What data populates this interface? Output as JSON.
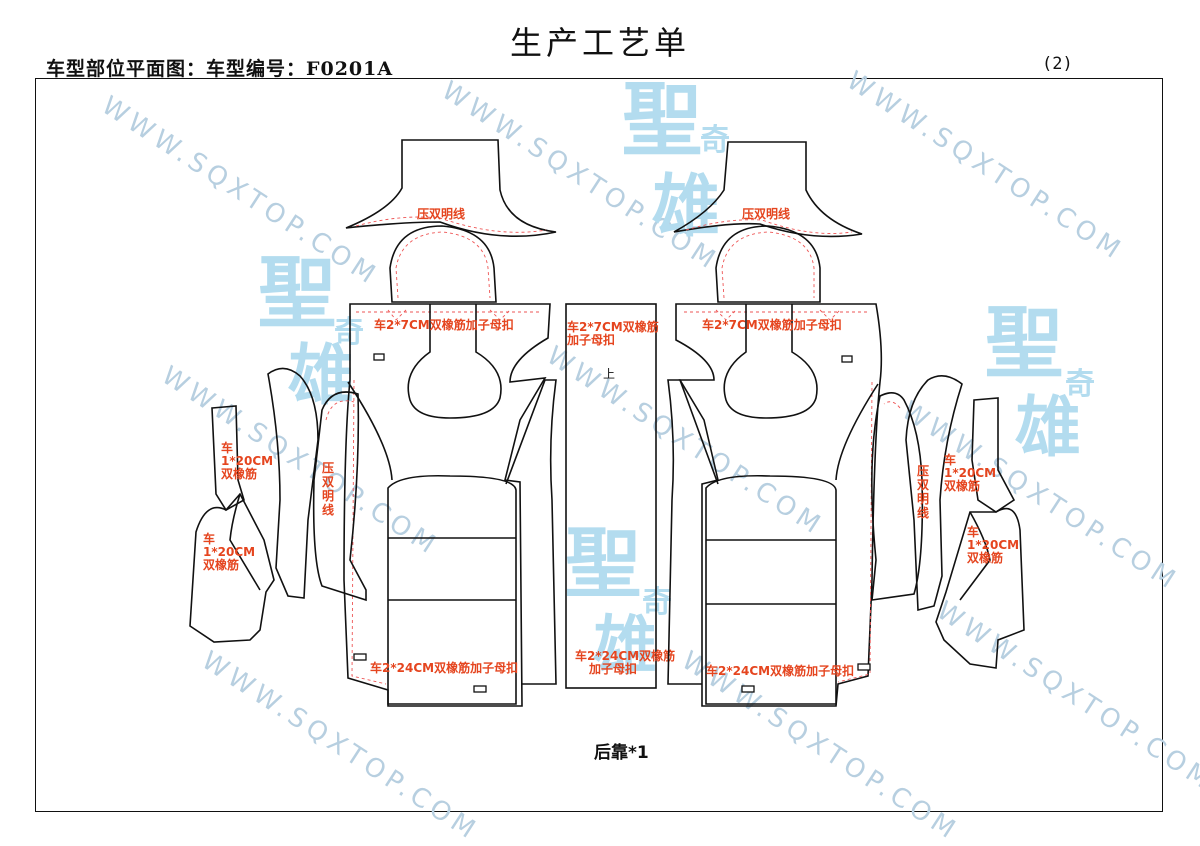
{
  "header": {
    "title": "生产工艺单",
    "model_line": "车型部位平面图：车型编号：F0201A",
    "page_number": "(2)"
  },
  "watermark": {
    "text": "WWW.SQXTOP.COM",
    "brand_cn_big": "聖",
    "brand_cn_mid": "雄",
    "brand_cn_small": "奇",
    "color": "#b7cfe0"
  },
  "labels": {
    "topstitch": "压双明线",
    "elastic_7cm_line1": "车2*7CM双橡筋加子母扣",
    "center_7cm_line1": "车2*7CM双橡筋",
    "center_7cm_line2": "加子母扣",
    "up_mark": "上",
    "elastic_24cm": "车2*24CM双橡筋加子母扣",
    "center_24cm_line1": "车2*24CM双橡筋",
    "center_24cm_line2": "加子母扣",
    "side_topstitch_1": "压",
    "side_topstitch_2": "双",
    "side_topstitch_3": "明",
    "side_topstitch_4": "线",
    "small_1": "车",
    "small_2": "1*20CM",
    "small_3": "双橡筋"
  },
  "footer": {
    "part_label": "后靠*1"
  },
  "colors": {
    "annotation": "#e5451f",
    "outline": "#111111",
    "seam_line": "#ee5555"
  }
}
